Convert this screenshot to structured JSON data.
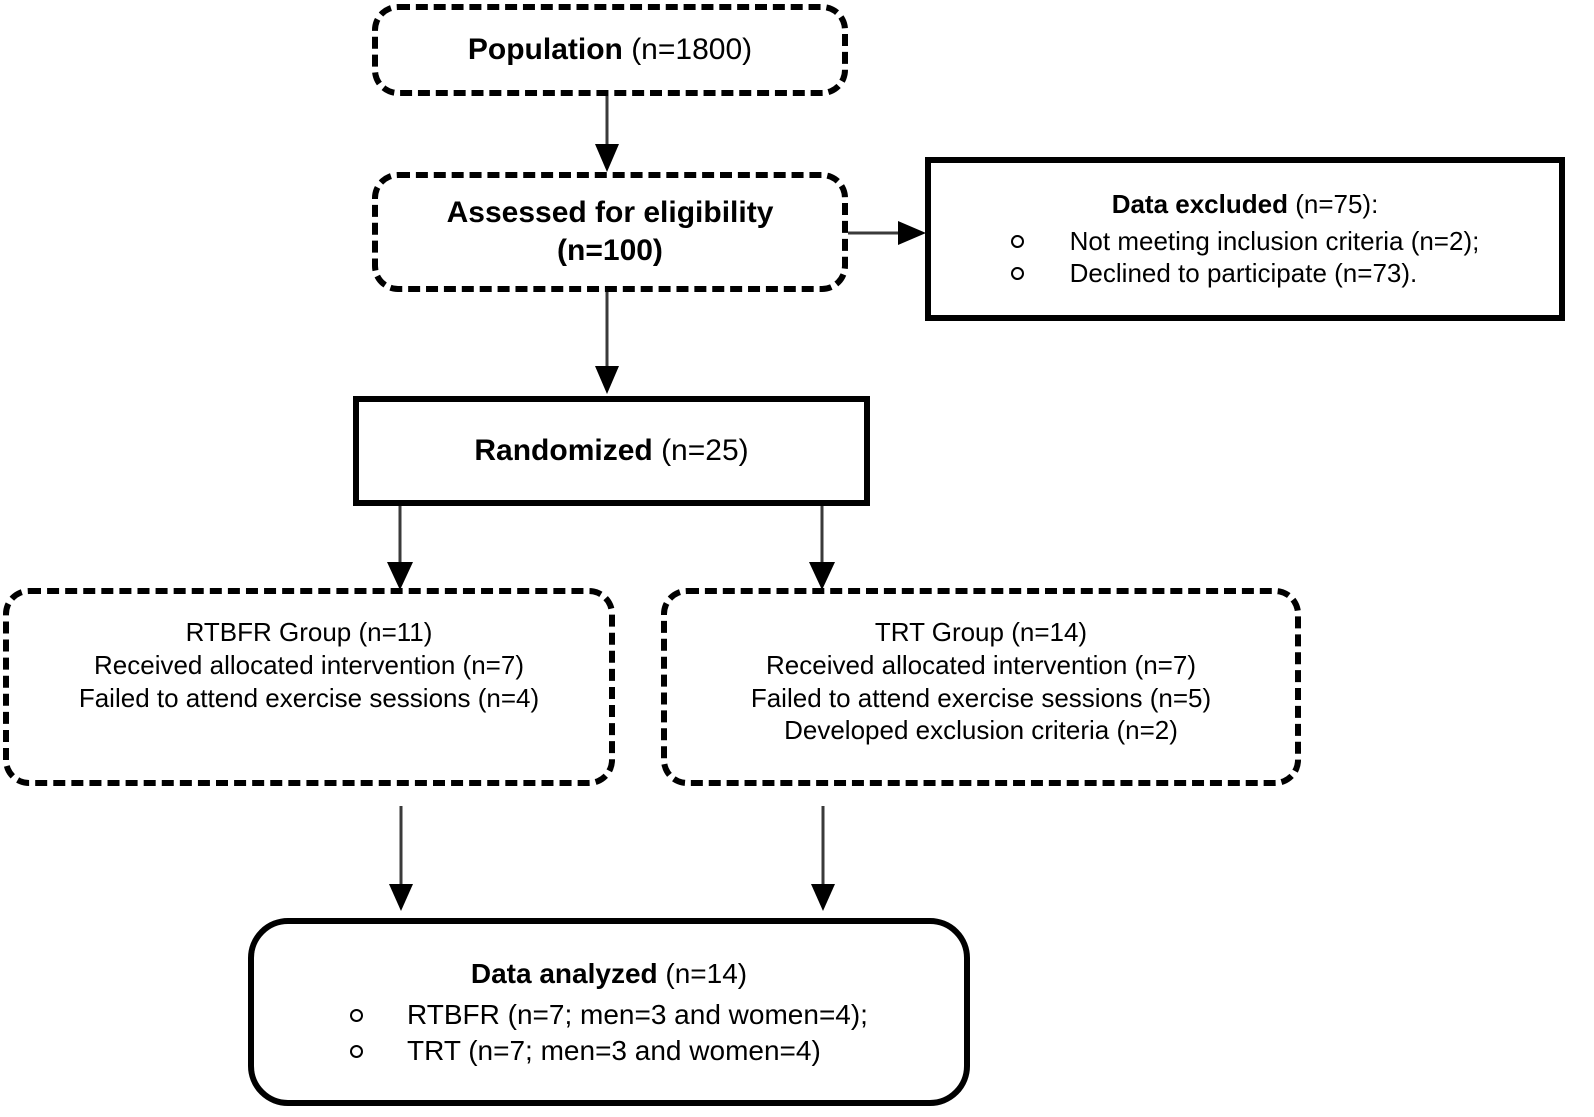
{
  "diagram": {
    "title": "CONSORT participant flow diagram",
    "type": "flowchart",
    "colors": {
      "stroke": "#000000",
      "background": "#ffffff",
      "text": "#000000"
    },
    "nodes": {
      "population": {
        "label_bold": "Population",
        "label_rest": " (n=1800)",
        "shape": "rounded-dashed"
      },
      "eligibility": {
        "line1": "Assessed for eligibility",
        "line2": "(n=100)",
        "shape": "rounded-dashed"
      },
      "excluded": {
        "heading_bold": "Data excluded",
        "heading_rest": " (n=75):",
        "bullets": [
          "Not meeting inclusion criteria (n=2);",
          "Declined to participate (n=73)."
        ],
        "shape": "rectangle-solid"
      },
      "randomized": {
        "label_bold": "Randomized",
        "label_rest": " (n=25)",
        "shape": "rectangle-solid"
      },
      "rtbfr_group": {
        "lines": [
          "RTBFR Group (n=11)",
          "Received allocated intervention (n=7)",
          "Failed to attend exercise sessions (n=4)"
        ],
        "shape": "rounded-dashed"
      },
      "trt_group": {
        "lines": [
          "TRT Group (n=14)",
          "Received allocated intervention (n=7)",
          "Failed to attend exercise sessions (n=5)",
          "Developed exclusion criteria (n=2)"
        ],
        "shape": "rounded-dashed"
      },
      "analyzed": {
        "heading_bold": "Data analyzed",
        "heading_rest": " (n=14)",
        "bullets": [
          "RTBFR (n=7; men=3 and women=4);",
          "TRT (n=7; men=3 and women=4)"
        ],
        "shape": "rounded-solid"
      }
    },
    "edges": [
      {
        "name": "population-to-eligibility",
        "direction": "down"
      },
      {
        "name": "eligibility-to-excluded",
        "direction": "right"
      },
      {
        "name": "eligibility-to-randomized",
        "direction": "down"
      },
      {
        "name": "randomized-to-rtbfr",
        "direction": "down"
      },
      {
        "name": "randomized-to-trt",
        "direction": "down"
      },
      {
        "name": "rtbfr-to-analyzed",
        "direction": "down"
      },
      {
        "name": "trt-to-analyzed",
        "direction": "down"
      }
    ]
  }
}
